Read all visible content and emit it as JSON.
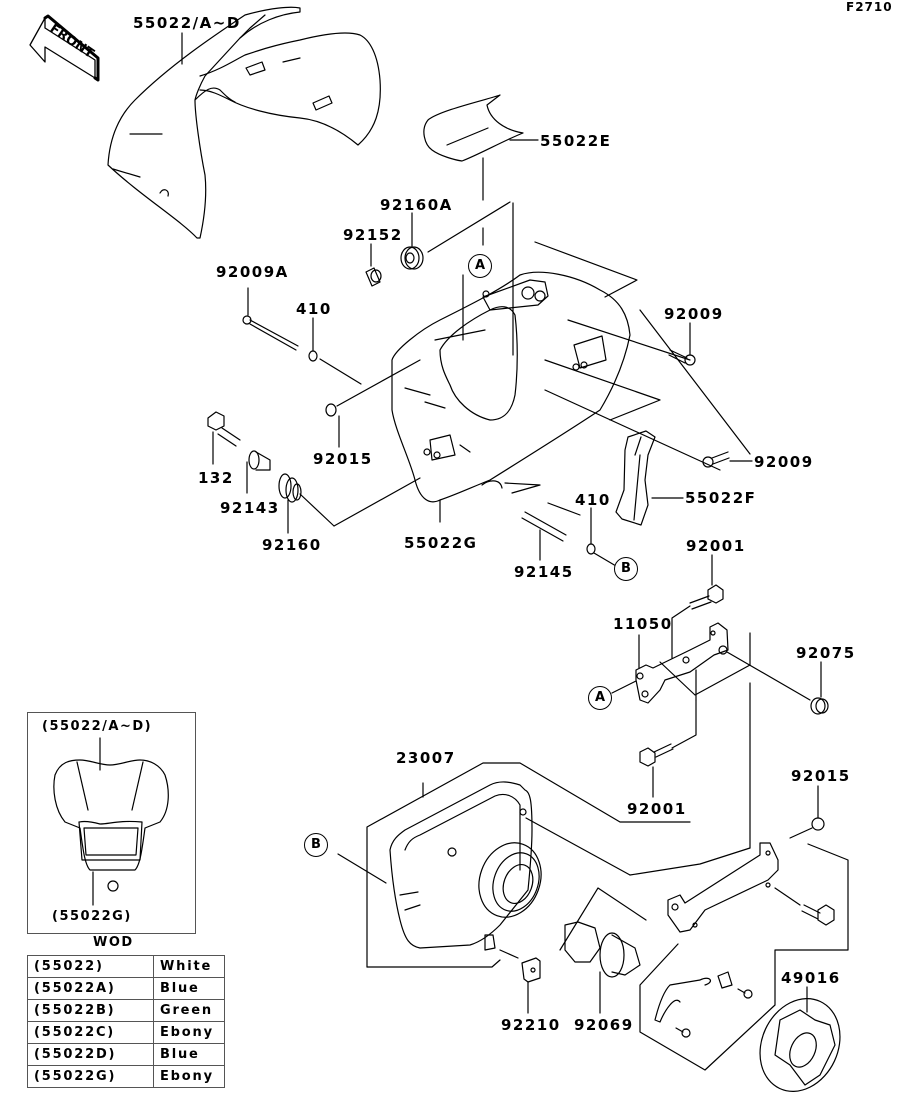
{
  "figure_code": "F2710",
  "front_arrow": {
    "label": "FRONT"
  },
  "part_labels": [
    {
      "id": "55022_A_D",
      "text": "55022/A~D"
    },
    {
      "id": "55022E",
      "text": "55022E"
    },
    {
      "id": "92160A",
      "text": "92160A"
    },
    {
      "id": "92152",
      "text": "92152"
    },
    {
      "id": "92009A",
      "text": "92009A"
    },
    {
      "id": "410_top",
      "text": "410"
    },
    {
      "id": "92009_top",
      "text": "92009"
    },
    {
      "id": "92009_mid",
      "text": "92009"
    },
    {
      "id": "92015_left",
      "text": "92015"
    },
    {
      "id": "132",
      "text": "132"
    },
    {
      "id": "92143",
      "text": "92143"
    },
    {
      "id": "92160",
      "text": "92160"
    },
    {
      "id": "55022G",
      "text": "55022G"
    },
    {
      "id": "92145",
      "text": "92145"
    },
    {
      "id": "410_bottom",
      "text": "410"
    },
    {
      "id": "55022F",
      "text": "55022F"
    },
    {
      "id": "92001_top",
      "text": "92001"
    },
    {
      "id": "11050",
      "text": "11050"
    },
    {
      "id": "92075",
      "text": "92075"
    },
    {
      "id": "92001_bottom",
      "text": "92001"
    },
    {
      "id": "23007",
      "text": "23007"
    },
    {
      "id": "92015_right",
      "text": "92015"
    },
    {
      "id": "49016",
      "text": "49016"
    },
    {
      "id": "92210",
      "text": "92210"
    },
    {
      "id": "92069",
      "text": "92069"
    }
  ],
  "callouts": {
    "a": "A",
    "b": "B"
  },
  "inset": {
    "top_label": "(55022/A~D)",
    "bottom_label": "(55022G)",
    "variant": "WOD"
  },
  "color_table": [
    {
      "code": "(55022)",
      "color": "White"
    },
    {
      "code": "(55022A)",
      "color": "Blue"
    },
    {
      "code": "(55022B)",
      "color": "Green"
    },
    {
      "code": "(55022C)",
      "color": "Ebony"
    },
    {
      "code": "(55022D)",
      "color": "Blue"
    },
    {
      "code": "(55022G)",
      "color": "Ebony"
    }
  ]
}
